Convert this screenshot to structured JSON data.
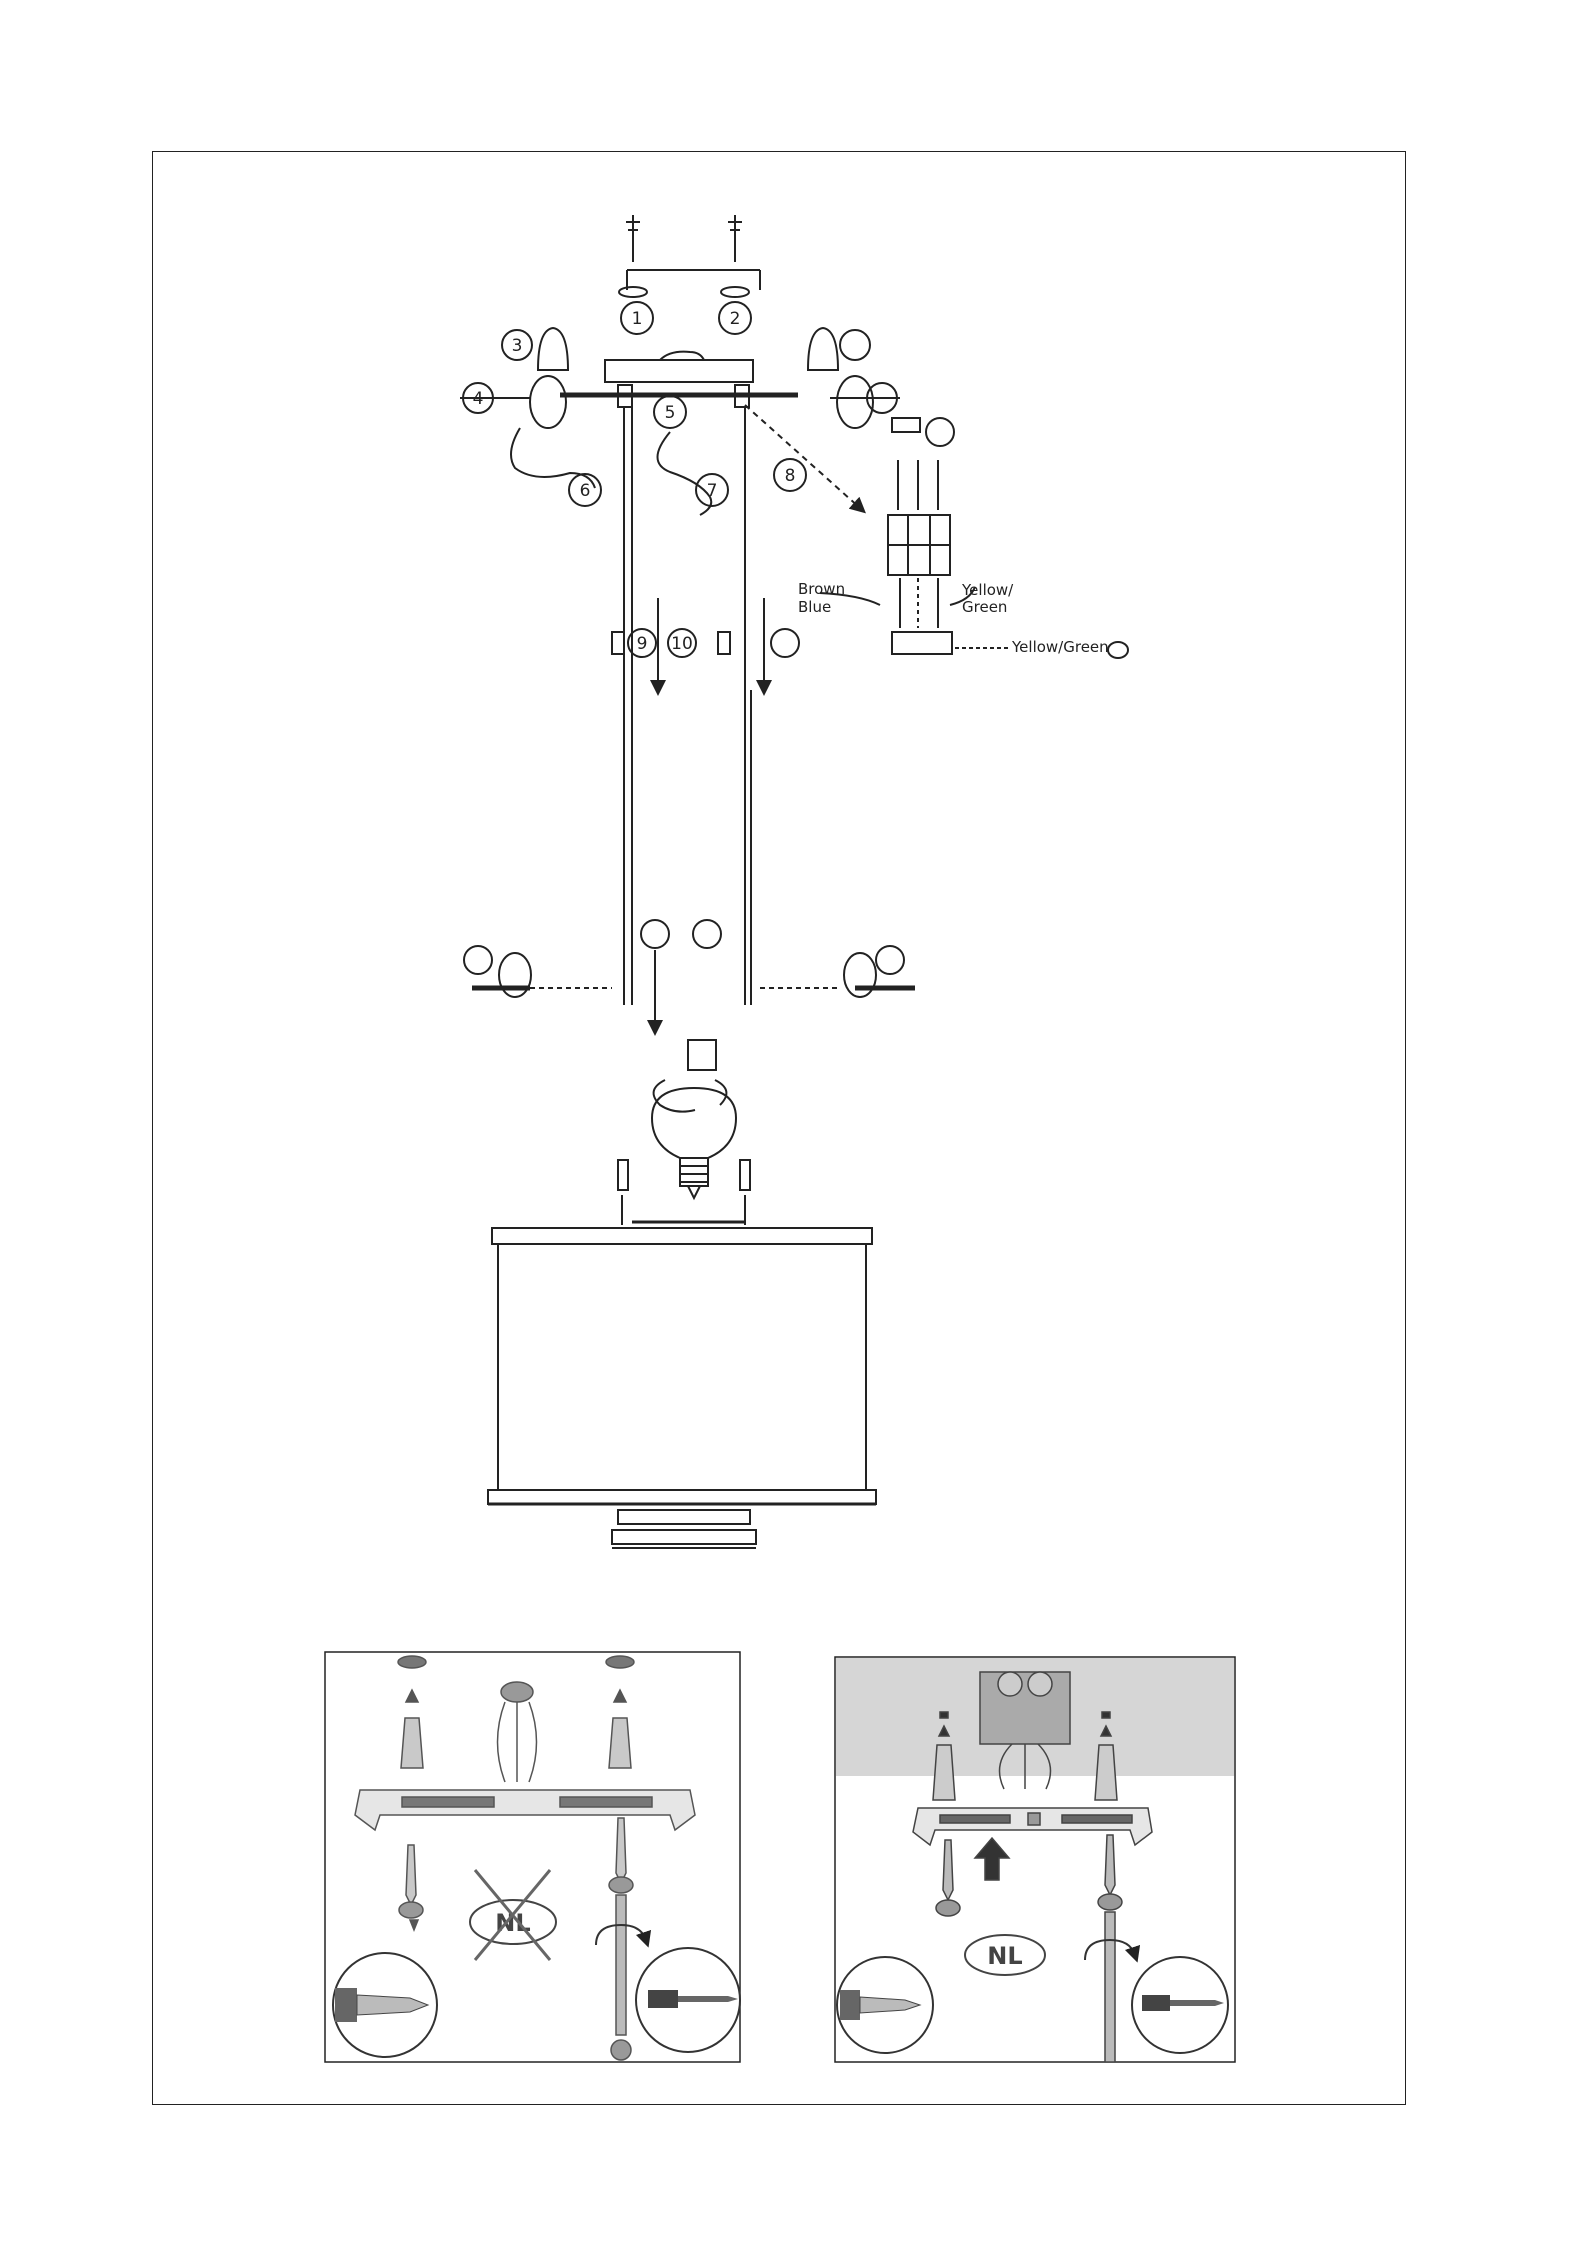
{
  "diagram": {
    "callouts": {
      "c1": "1",
      "c2": "2",
      "c3": "3",
      "c4": "4",
      "c5": "5",
      "c6": "6",
      "c7": "7",
      "c8": "8",
      "c9": "9",
      "c10": "10"
    },
    "wire_labels": {
      "left": "Brown\nBlue",
      "right": "Yellow/Green"
    }
  },
  "panel_left": {
    "badge": "NL",
    "crossed_out": true
  },
  "panel_right": {
    "badge": "NL",
    "crossed_out": false
  }
}
